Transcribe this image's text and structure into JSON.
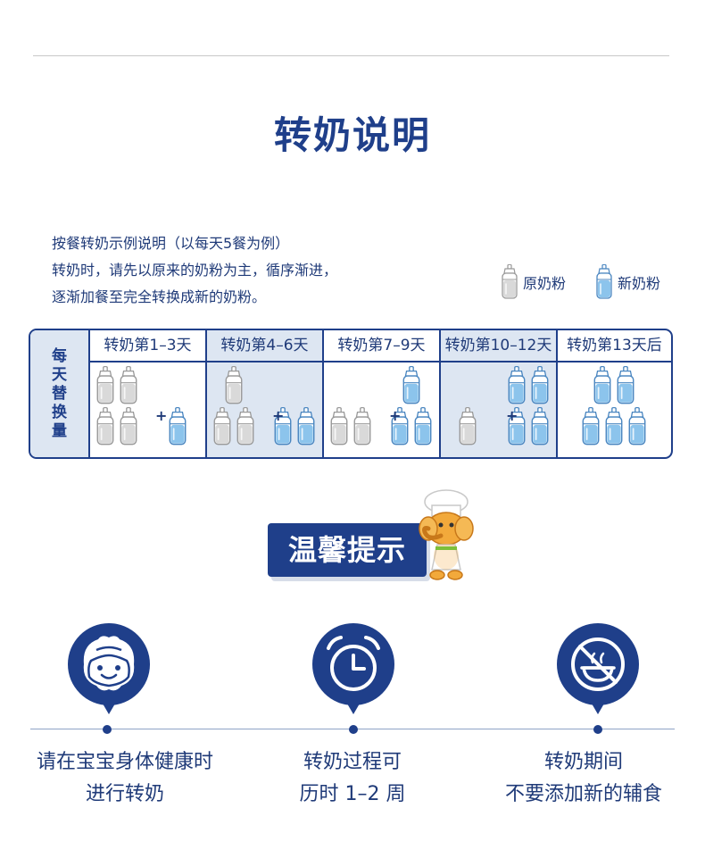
{
  "title": "转奶说明",
  "intro": {
    "lines": [
      "按餐转奶示例说明（以每天5餐为例）",
      "转奶时，请先以原来的奶粉为主，循序渐进，",
      "逐渐加餐至完全转换成新的奶粉。"
    ]
  },
  "legend": {
    "old_label": "原奶粉",
    "new_label": "新奶粉"
  },
  "table": {
    "row_header": [
      "每",
      "天",
      "替",
      "换",
      "量"
    ],
    "columns": [
      {
        "label": "转奶第1–3天",
        "old_bottles": 4,
        "new_bottles": 1
      },
      {
        "label": "转奶第4–6天",
        "old_bottles": 3,
        "new_bottles": 2
      },
      {
        "label": "转奶第7–9天",
        "old_bottles": 2,
        "new_bottles": 3
      },
      {
        "label": "转奶第10–12天",
        "old_bottles": 1,
        "new_bottles": 4
      },
      {
        "label": "转奶第13天后",
        "old_bottles": 0,
        "new_bottles": 5
      }
    ]
  },
  "tip": {
    "label": "温馨提示",
    "mascot_icon": "chef-elephant-icon"
  },
  "tips": [
    {
      "icon": "baby-face-icon",
      "line1": "请在宝宝身体健康时",
      "line2": "进行转奶"
    },
    {
      "icon": "alarm-clock-icon",
      "line1": "转奶过程可",
      "line2": "历时 1–2 周"
    },
    {
      "icon": "no-food-icon",
      "line1": "转奶期间",
      "line2": "不要添加新的辅食"
    }
  ],
  "colors": {
    "navy": "#1f3f8a",
    "text": "#1f3a78",
    "shade": "#dde6f2",
    "new_bottle": "#8cc4ec",
    "old_bottle": "#d9d9d9"
  }
}
